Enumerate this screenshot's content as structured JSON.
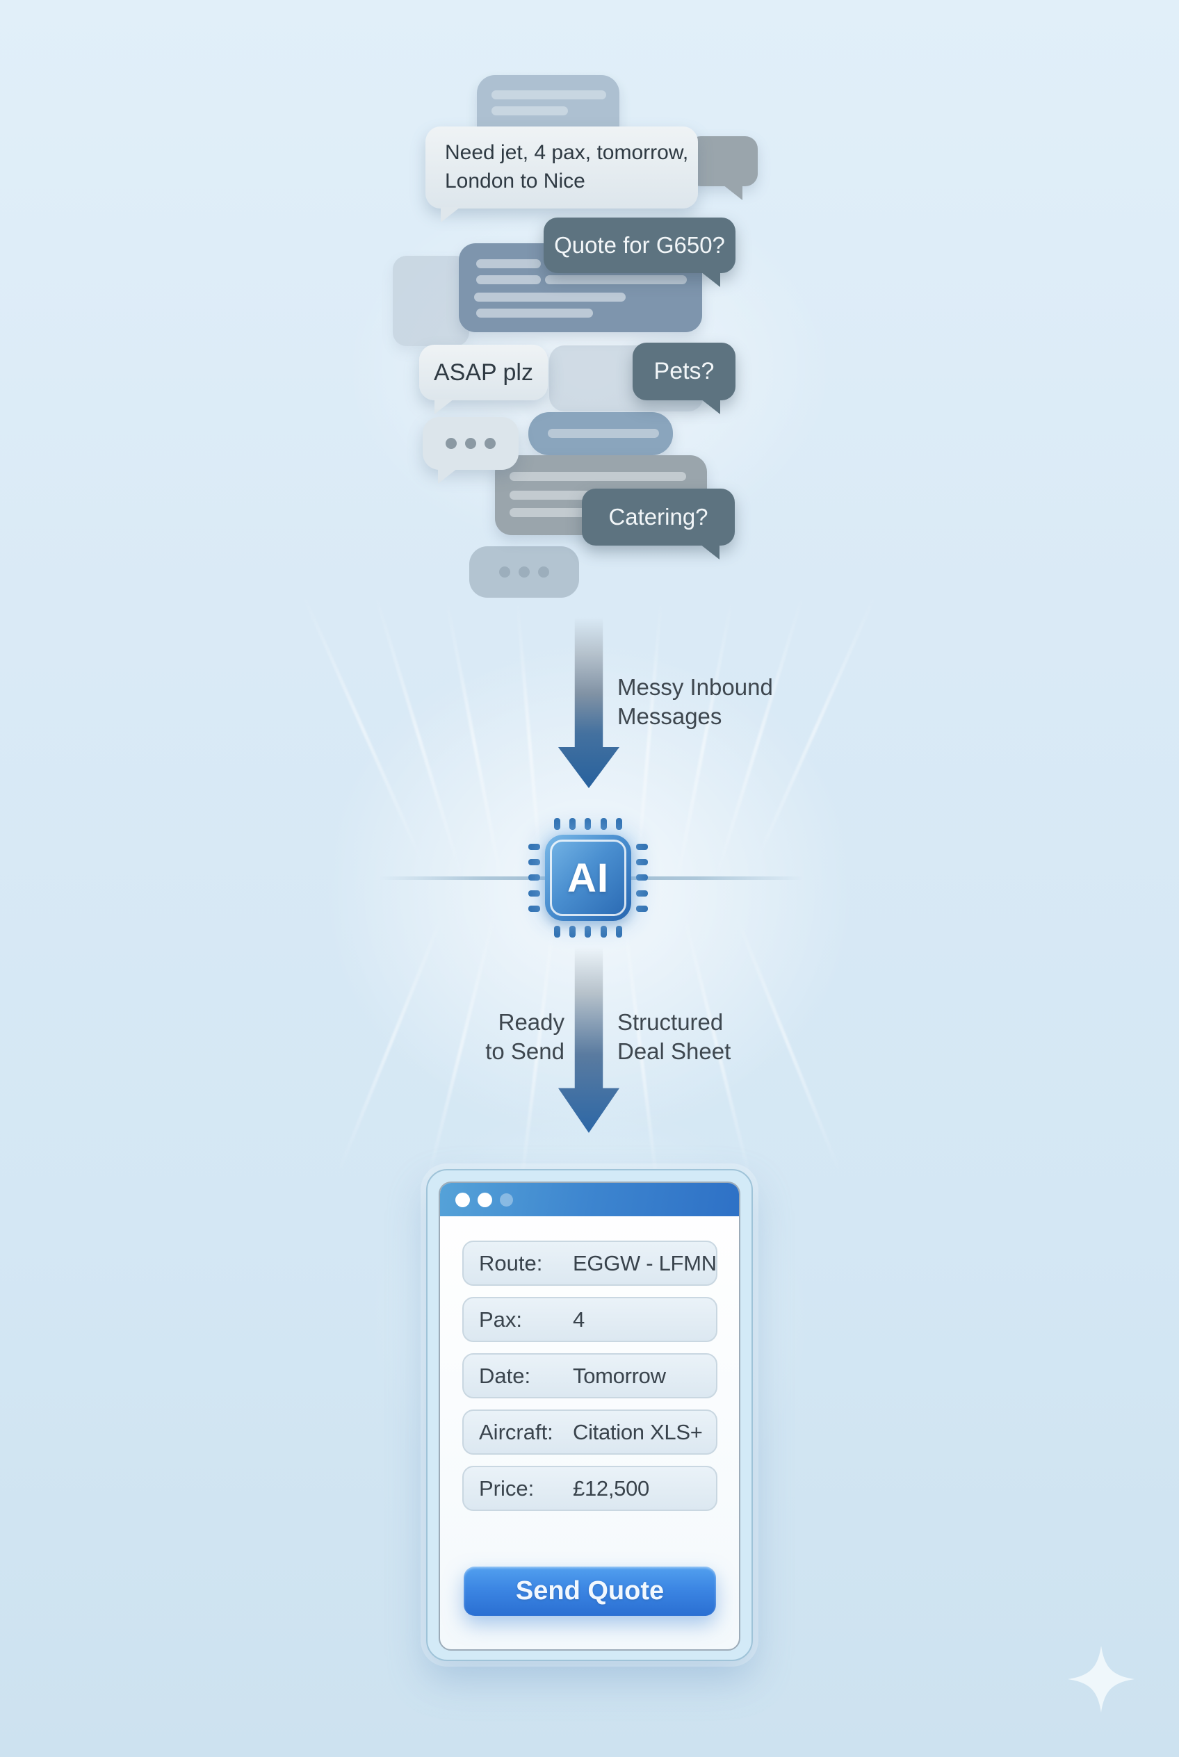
{
  "chat": {
    "need_jet": "Need jet, 4 pax, tomorrow, London to Nice",
    "quote_g650": "Quote for G650?",
    "asap": "ASAP plz",
    "pets": "Pets?",
    "catering": "Catering?"
  },
  "funnel": {
    "arrow1_label": "Messy Inbound Messages",
    "chip_label": "AI",
    "left_label": "Ready to Send",
    "right_label": "Structured Deal Sheet"
  },
  "deal_sheet": {
    "fields": [
      {
        "label": "Route:",
        "value": "EGGW - LFMN"
      },
      {
        "label": "Pax:",
        "value": "4"
      },
      {
        "label": "Date:",
        "value": "Tomorrow"
      },
      {
        "label": "Aircraft:",
        "value": "Citation XLS+"
      },
      {
        "label": "Price:",
        "value": "£12,500"
      }
    ],
    "send_button": "Send Quote"
  },
  "icons": {
    "window_controls": "window-dots",
    "typing_indicator": "ellipsis-dots",
    "ai_chip": "cpu-chip",
    "flow_arrows": "down-arrow",
    "sparkle": "four-point-star"
  },
  "colors": {
    "background": "#dcebf7",
    "bubble_light": "#e7edf1",
    "bubble_dark": "#5d7380",
    "bubble_blue": "#7e95ad",
    "bubble_gray": "#9aa5ac",
    "arrow_blue": "#2d66a3",
    "chip_blue": "#3a7cc4",
    "titlebar_left": "#53a0d6",
    "titlebar_right": "#2e71c6",
    "button_top": "#4a90e0",
    "button_bottom": "#2a6fd2",
    "text_dark": "#3c464e",
    "text_white": "#f4f9fd"
  }
}
